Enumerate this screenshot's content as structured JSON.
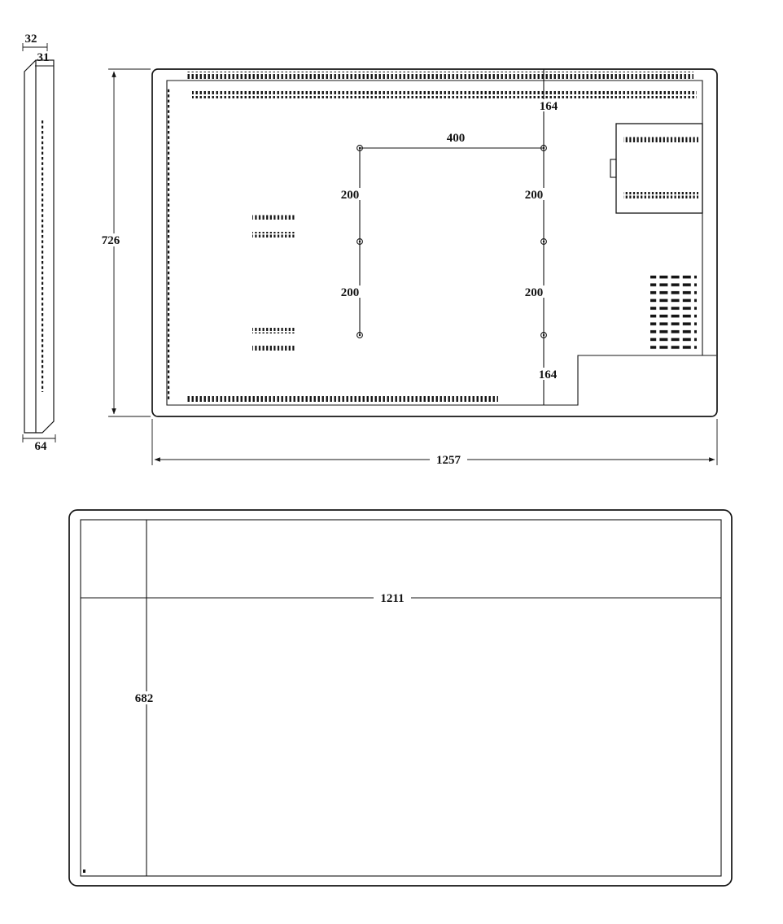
{
  "colors": {
    "line": "#141414",
    "background": "#ffffff"
  },
  "side_view": {
    "dim_top_thickness": "32",
    "dim_panel_thickness": "31",
    "dim_total_depth": "64"
  },
  "rear_view": {
    "dim_overall_height": "726",
    "dim_overall_width": "1257",
    "dim_vesa_top_offset": "164",
    "dim_vesa_bottom_offset": "164",
    "dim_vesa_horizontal": "400",
    "dim_vesa_upper_left": "200",
    "dim_vesa_upper_right": "200",
    "dim_vesa_lower_left": "200",
    "dim_vesa_lower_right": "200"
  },
  "front_view": {
    "dim_visible_width": "1211",
    "dim_visible_height": "682"
  }
}
